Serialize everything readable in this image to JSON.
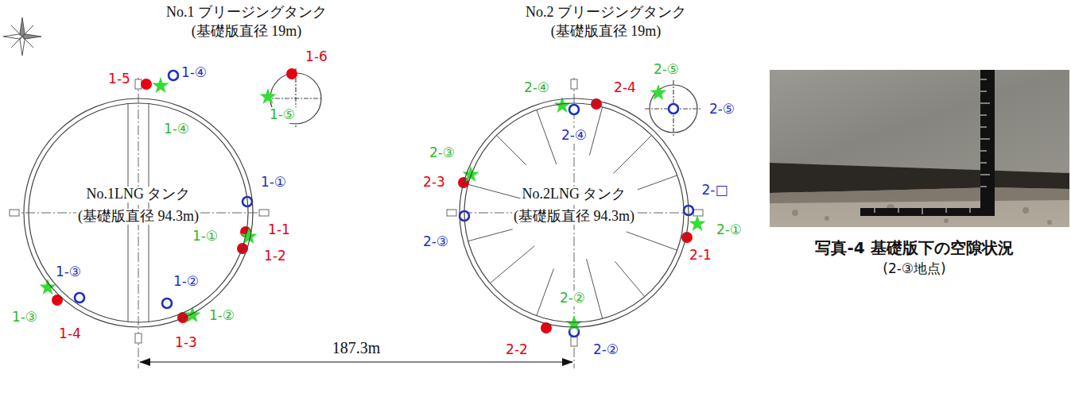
{
  "diagram": {
    "caption": "写真-4 基礎版下の空隙状況",
    "nodes": [
      {
        "text": [
          "No.1LNG タンク",
          "(基礎版直径 94.3m)"
        ]
      },
      {
        "text": [
          "No.2LNG タンク",
          "(基礎版直径 94.3m)"
        ]
      }
    ],
    "labels": [
      "No.1 ブリージングタンク",
      "(基礎版直径 19m)",
      "No.2 ブリージングタンク",
      "(基礎版直径 19m)",
      "1-5",
      "1-④",
      "1-6",
      "1-④",
      "1-⑤",
      "1-①",
      "1-①",
      "1-1",
      "1-2",
      "1-③",
      "1-②",
      "1-③",
      "1-4",
      "1-②",
      "1-3",
      "2-④",
      "2-4",
      "2-⑤",
      "2-④",
      "2-⑤",
      "2-③",
      "2-3",
      "2-□",
      "2-③",
      "2-①",
      "2-1",
      "2-②",
      "2-②",
      "2-2",
      "187.3m",
      "(2-③地点)"
    ]
  }
}
